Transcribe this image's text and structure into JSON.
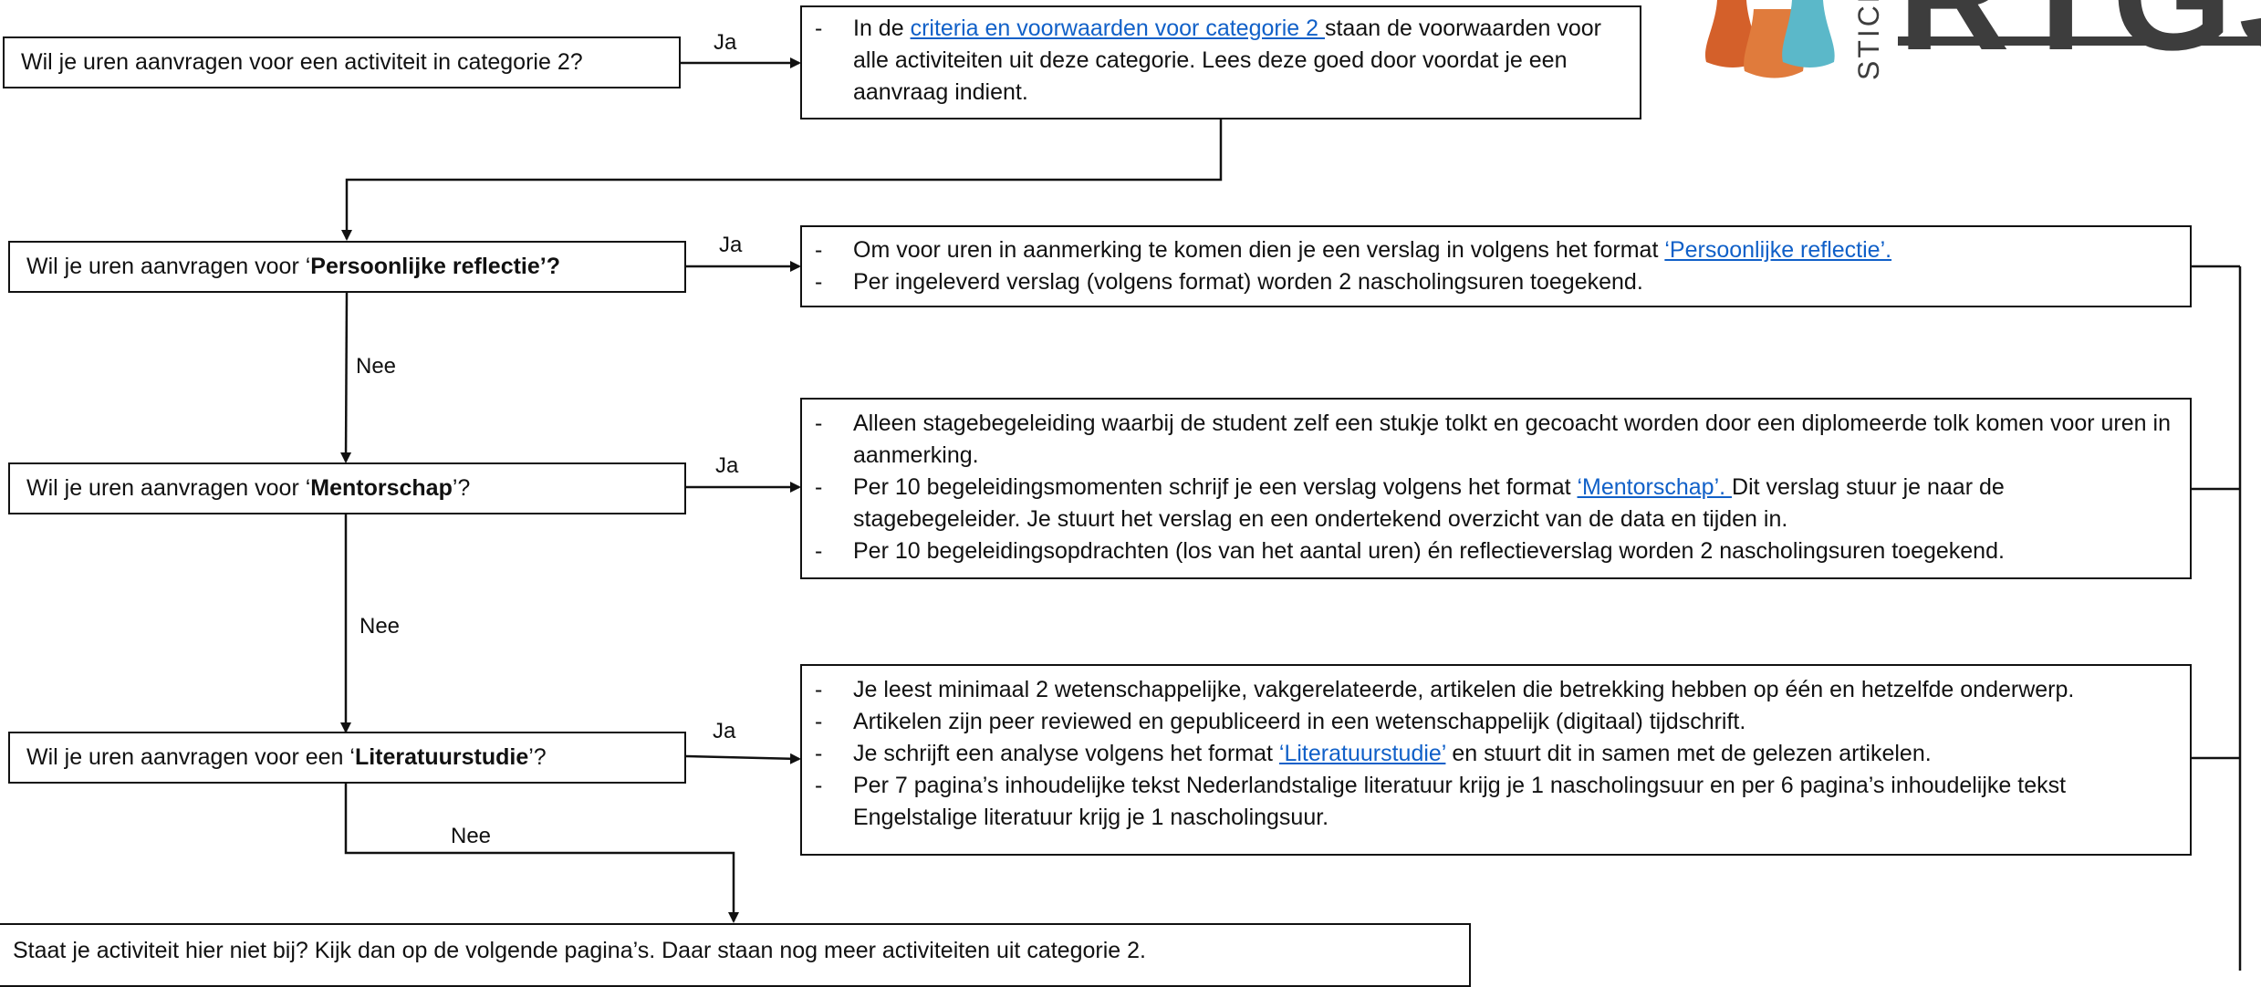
{
  "flow": {
    "yes_label": "Ja",
    "no_label": "Nee",
    "questions": [
      {
        "pre": "Wil je uren aanvragen voor een activiteit in categorie 2?",
        "bold": "",
        "post": ""
      },
      {
        "pre": "Wil je uren aanvragen voor ‘",
        "bold": "Persoonlijke reflectie’?",
        "post": ""
      },
      {
        "pre": "Wil je uren aanvragen voor ‘",
        "bold": "Mentorschap",
        "post": "’?"
      },
      {
        "pre": "Wil je uren aanvragen voor een ‘",
        "bold": "Literatuurstudie",
        "post": "’?"
      }
    ],
    "info_boxes": [
      {
        "items": [
          {
            "pre": "In de ",
            "link": "criteria en voorwaarden voor categorie 2 ",
            "post": "staan de voorwaarden voor alle activiteiten uit deze categorie. Lees deze goed door voordat je een aanvraag indient."
          }
        ]
      },
      {
        "items": [
          {
            "pre": "Om voor uren in aanmerking te komen dien je een verslag in volgens het format ",
            "link": "‘Persoonlijke reflectie’.",
            "post": ""
          },
          {
            "pre": "Per ingeleverd verslag (volgens format) worden 2 nascholingsuren toegekend.",
            "link": "",
            "post": ""
          }
        ]
      },
      {
        "items": [
          {
            "pre": "Alleen stagebegeleiding waarbij de student zelf een stukje tolkt en gecoacht worden door een diplomeerde tolk komen voor uren in aanmerking.",
            "link": "",
            "post": ""
          },
          {
            "pre": "Per 10 begeleidingsmomenten schrijf je een verslag volgens het format ",
            "link": "‘Mentorschap’. ",
            "post": "Dit verslag stuur je naar de stagebegeleider. Je stuurt het verslag en een ondertekend overzicht van de data en tijden in."
          },
          {
            "pre": "Per 10 begeleidingsopdrachten (los van het aantal uren) én reflectieverslag worden 2 nascholingsuren toegekend.",
            "link": "",
            "post": ""
          }
        ]
      },
      {
        "items": [
          {
            "pre": "Je leest minimaal 2 wetenschappelijke, vakgerelateerde, artikelen die betrekking hebben op één en hetzelfde onderwerp.",
            "link": "",
            "post": ""
          },
          {
            "pre": "Artikelen zijn peer reviewed en gepubliceerd in een wetenschappelijk (digitaal) tijdschrift.",
            "link": "",
            "post": ""
          },
          {
            "pre": "Je schrijft een analyse volgens het format ",
            "link": "‘Literatuurstudie’",
            "post": " en stuurt dit in samen met de gelezen artikelen."
          },
          {
            "pre": "Per 7 pagina’s inhoudelijke tekst Nederlandstalige literatuur krijg je 1 nascholingsuur en per 6 pagina’s inhoudelijke tekst Engelstalige literatuur krijg je 1 nascholingsuur.",
            "link": "",
            "post": ""
          }
        ]
      }
    ],
    "footer_text": "Staat je activiteit hier niet bij? Kijk dan op de volgende pagina’s. Daar staan nog meer activiteiten uit categorie 2."
  },
  "logo": {
    "word": "RTGS",
    "stichting": "STICHTING",
    "colors": [
      "#d4602a",
      "#e07b3c",
      "#5bb8c9"
    ]
  }
}
